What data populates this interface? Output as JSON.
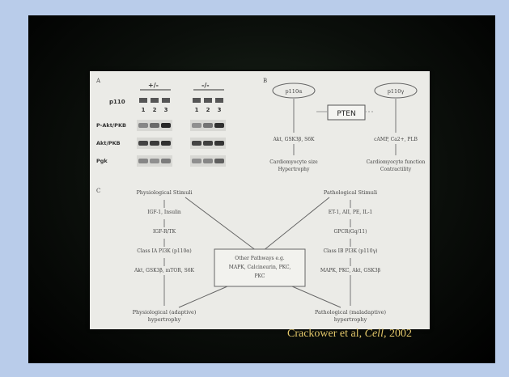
{
  "figure": {
    "panels": {
      "a": {
        "letter": "A",
        "genotypes": [
          "+/-",
          "-/-"
        ],
        "lane_header": "p110",
        "lanes": [
          "1",
          "2",
          "3",
          "1",
          "2",
          "3"
        ],
        "blots": [
          "P-Akt/PKB",
          "Akt/PKB",
          "Pgk"
        ]
      },
      "b": {
        "letter": "B",
        "left_node": "p110α",
        "right_node": "p110γ",
        "center": "PTEN",
        "left_effectors": "Akt, GSK3β, S6K",
        "right_effectors": "cAMP, Ca2+, PLB",
        "left_outcome": [
          "Cardiomyocyte size",
          "Hypertrophy"
        ],
        "right_outcome": [
          "Cardiomyocyte function",
          "Contractility"
        ]
      },
      "c": {
        "letter": "C",
        "left_top": "Physiological Stimuli",
        "right_top": "Pathological Stimuli",
        "left_steps": [
          "IGF-1, Insulin",
          "IGF-R/TK",
          "Class IA PI3K (p110α)",
          "Akt, GSK3β, mTOR, S6K"
        ],
        "right_steps": [
          "ET-1, AII, PE, IL-1",
          "GPCR(Gq/11)",
          "Class IB PI3K (p110γ)",
          "MAPK, PKC, Akt, GSK3β"
        ],
        "center_box": [
          "Other Pathways e.g.",
          "MAPK, Calcineurin, PKC,",
          "PKC"
        ],
        "left_bottom": [
          "Physiological (adaptive)",
          "hypertrophy"
        ],
        "right_bottom": [
          "Pathological (maladaptive)",
          "hypertrophy"
        ]
      }
    }
  },
  "citation": {
    "authors": "Crackower et al,",
    "journal": "Cell,",
    "year": "2002"
  }
}
